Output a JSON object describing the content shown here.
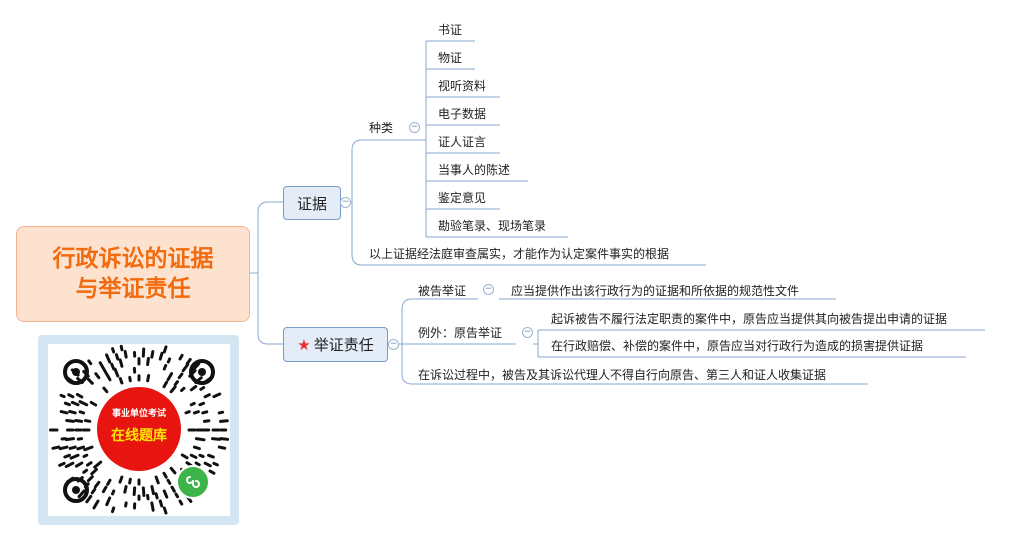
{
  "root": {
    "title_line1": "行政诉讼的证据",
    "title_line2": "与举证责任"
  },
  "evidence": {
    "label": "证据",
    "types_label": "种类",
    "types": [
      "书证",
      "物证",
      "视听资料",
      "电子数据",
      "证人证言",
      "当事人的陈述",
      "鉴定意见",
      "勘验笔录、现场笔录"
    ],
    "note": "以上证据经法庭审查属实，才能作为认定案件事实的根据"
  },
  "burden": {
    "label": "举证责任",
    "icon": "star-icon",
    "defendant": {
      "label": "被告举证",
      "text": "应当提供作出该行政行为的证据和所依据的规范性文件"
    },
    "exception": {
      "label": "例外：原告举证",
      "items": [
        "起诉被告不履行法定职责的案件中，原告应当提供其向被告提出申请的证据",
        "在行政赔偿、补偿的案件中，原告应当对行政行为造成的损害提供证据"
      ]
    },
    "note": "在诉讼过程中，被告及其诉讼代理人不得自行向原告、第三人和证人收集证据"
  },
  "qr": {
    "line1": "事业单位考试",
    "line2": "在线题库"
  },
  "colors": {
    "root_bg": "#fde3cf",
    "root_text": "#f26b0f",
    "node_bg": "#e3ecf7",
    "node_border": "#7a9cc8",
    "link": "#8aa9d0",
    "star": "#e8322f",
    "qr_center": "#e8140f"
  }
}
